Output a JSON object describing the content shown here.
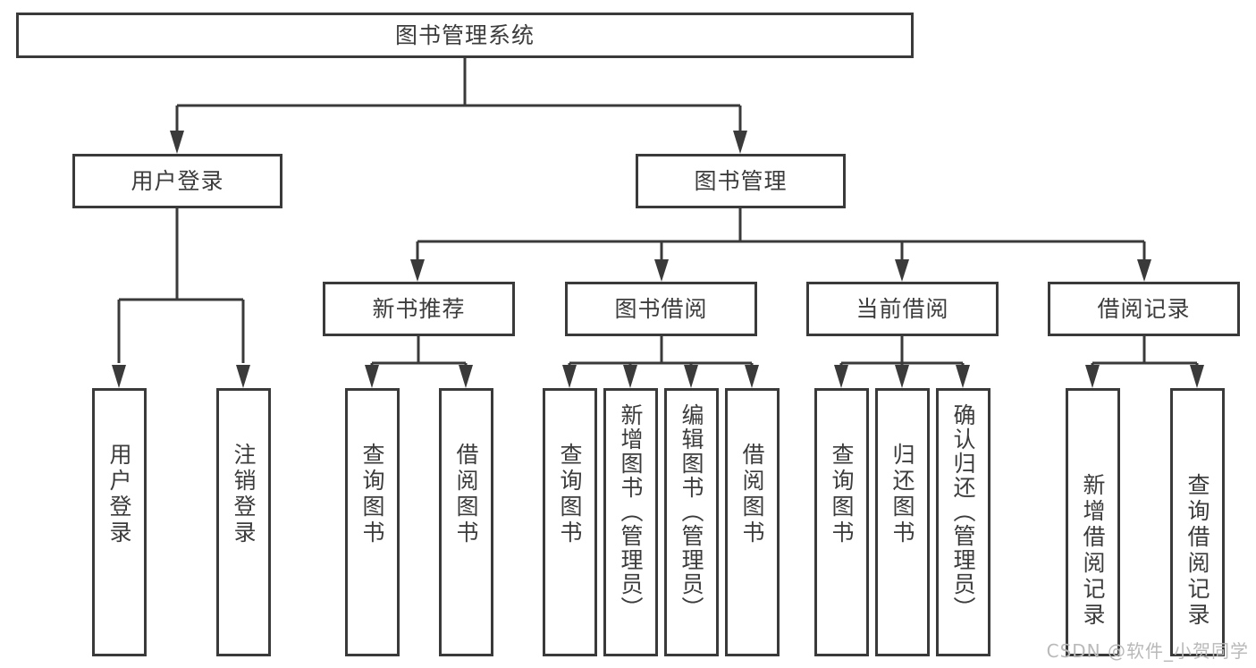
{
  "diagram": {
    "title": "图书管理系统",
    "type": "tree-hierarchy",
    "watermark": "CSDN @软件_小贺同学",
    "root": {
      "label": "图书管理系统"
    },
    "level2": [
      {
        "label": "用户登录"
      },
      {
        "label": "图书管理"
      }
    ],
    "level3": [
      {
        "label": "新书推荐"
      },
      {
        "label": "图书借阅"
      },
      {
        "label": "当前借阅"
      },
      {
        "label": "借阅记录"
      }
    ],
    "leaves": {
      "user_login": [
        {
          "label": "用户登录"
        },
        {
          "label": "注销登录"
        }
      ],
      "new_book_recommend": [
        {
          "label": "查询图书"
        },
        {
          "label": "借阅图书"
        }
      ],
      "book_borrow": [
        {
          "label": "查询图书"
        },
        {
          "label": "新增图书（管理员）"
        },
        {
          "label": "编辑图书（管理员）"
        },
        {
          "label": "借阅图书"
        }
      ],
      "current_borrow": [
        {
          "label": "查询图书"
        },
        {
          "label": "归还图书"
        },
        {
          "label": "确认归还（管理员）"
        }
      ],
      "borrow_record": [
        {
          "label": "新增借阅记录"
        },
        {
          "label": "查询借阅记录"
        }
      ]
    },
    "colors": {
      "stroke": "#3a3a3a",
      "text": "#3c3c3c",
      "background": "#ffffff",
      "watermark": "#b9b9b9"
    }
  }
}
